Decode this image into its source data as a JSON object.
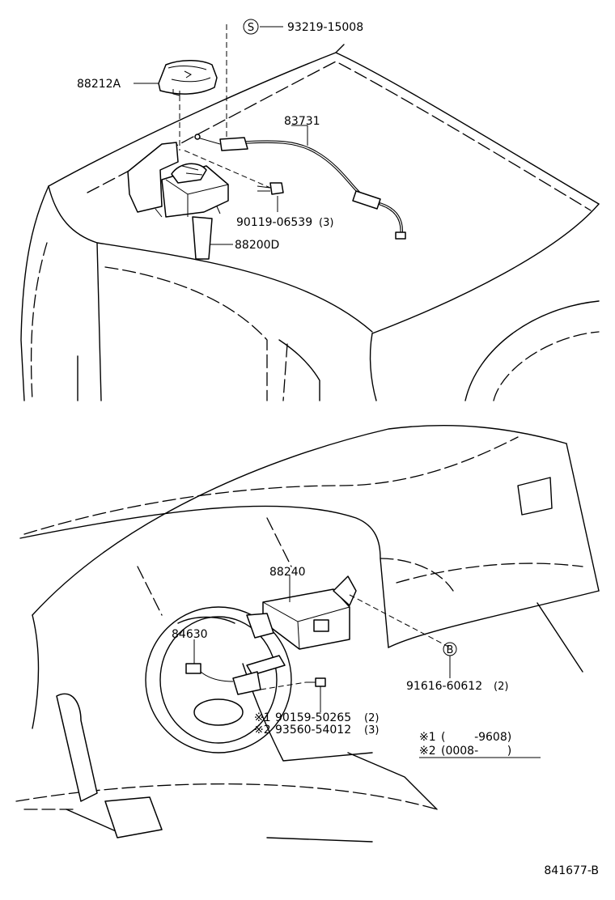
{
  "diagram": {
    "reference": "841677-B",
    "parts": [
      {
        "id": "p-93219",
        "number": "93219-15008",
        "symbol": "S"
      },
      {
        "id": "p-88212A",
        "number": "88212A"
      },
      {
        "id": "p-83731",
        "number": "83731"
      },
      {
        "id": "p-90119",
        "number": "90119-06539",
        "qty": "(3)"
      },
      {
        "id": "p-88200D",
        "number": "88200D"
      },
      {
        "id": "p-88240",
        "number": "88240"
      },
      {
        "id": "p-84630",
        "number": "84630"
      },
      {
        "id": "p-91616",
        "number": "91616-60612",
        "qty": "(2)",
        "symbol": "B"
      },
      {
        "id": "p-90159",
        "number": "90159-50265",
        "qty": "(2)",
        "mark": "※1"
      },
      {
        "id": "p-93560",
        "number": "93560-54012",
        "qty": "(3)",
        "mark": "※2"
      }
    ],
    "legend": [
      {
        "mark": "※1",
        "range": "(        -9608)"
      },
      {
        "mark": "※2",
        "range": "(0008-        )"
      }
    ]
  }
}
